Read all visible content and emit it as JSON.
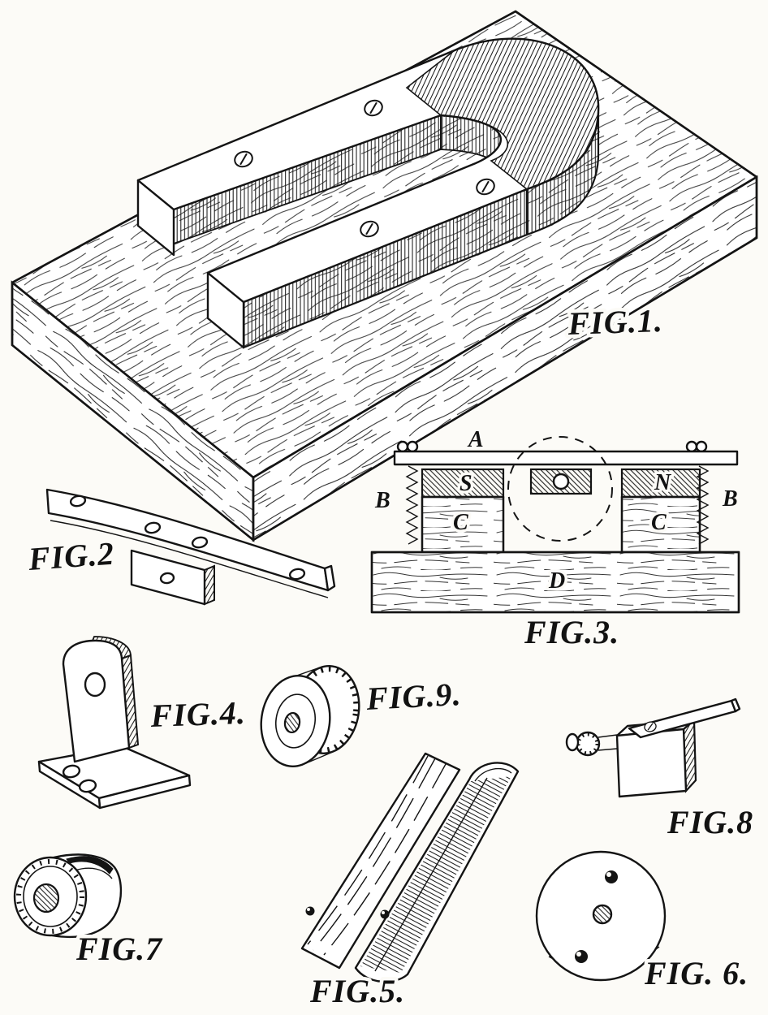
{
  "plate": {
    "paper_color": "#fcfbf7",
    "ink_color": "#141414"
  },
  "figures": {
    "fig1": {
      "label": "FIG.1.",
      "depicts": "U-shaped horseshoe magnet screwed flat onto a rectangular wooden baseboard, isometric view"
    },
    "fig2": {
      "label": "FIG.2",
      "depicts": "flat drilled bar with four holes and a small drilled block beneath"
    },
    "fig3": {
      "label": "FIG.3.",
      "depicts": "side elevation of the assembly on its wooden base",
      "parts": [
        "A",
        "B",
        "B",
        "S",
        "N",
        "C",
        "C",
        "D"
      ]
    },
    "fig4": {
      "label": "FIG.4.",
      "depicts": "right-angle bracket, rounded upright with one hole and base with two holes"
    },
    "fig5": {
      "label": "FIG.5.",
      "depicts": "long half-round channel strip with flat backing strip and two screw holes"
    },
    "fig6": {
      "label": "FIG. 6.",
      "depicts": "circular disc with centre hole and two small screw holes"
    },
    "fig7": {
      "label": "FIG.7",
      "depicts": "short slotted cylinder with central bore"
    },
    "fig8": {
      "label": "FIG.8",
      "depicts": "small block with knurled thumbscrew and flat strip on top"
    },
    "fig9": {
      "label": "FIG.9.",
      "depicts": "grooved pulley wheel with centre hole"
    }
  }
}
